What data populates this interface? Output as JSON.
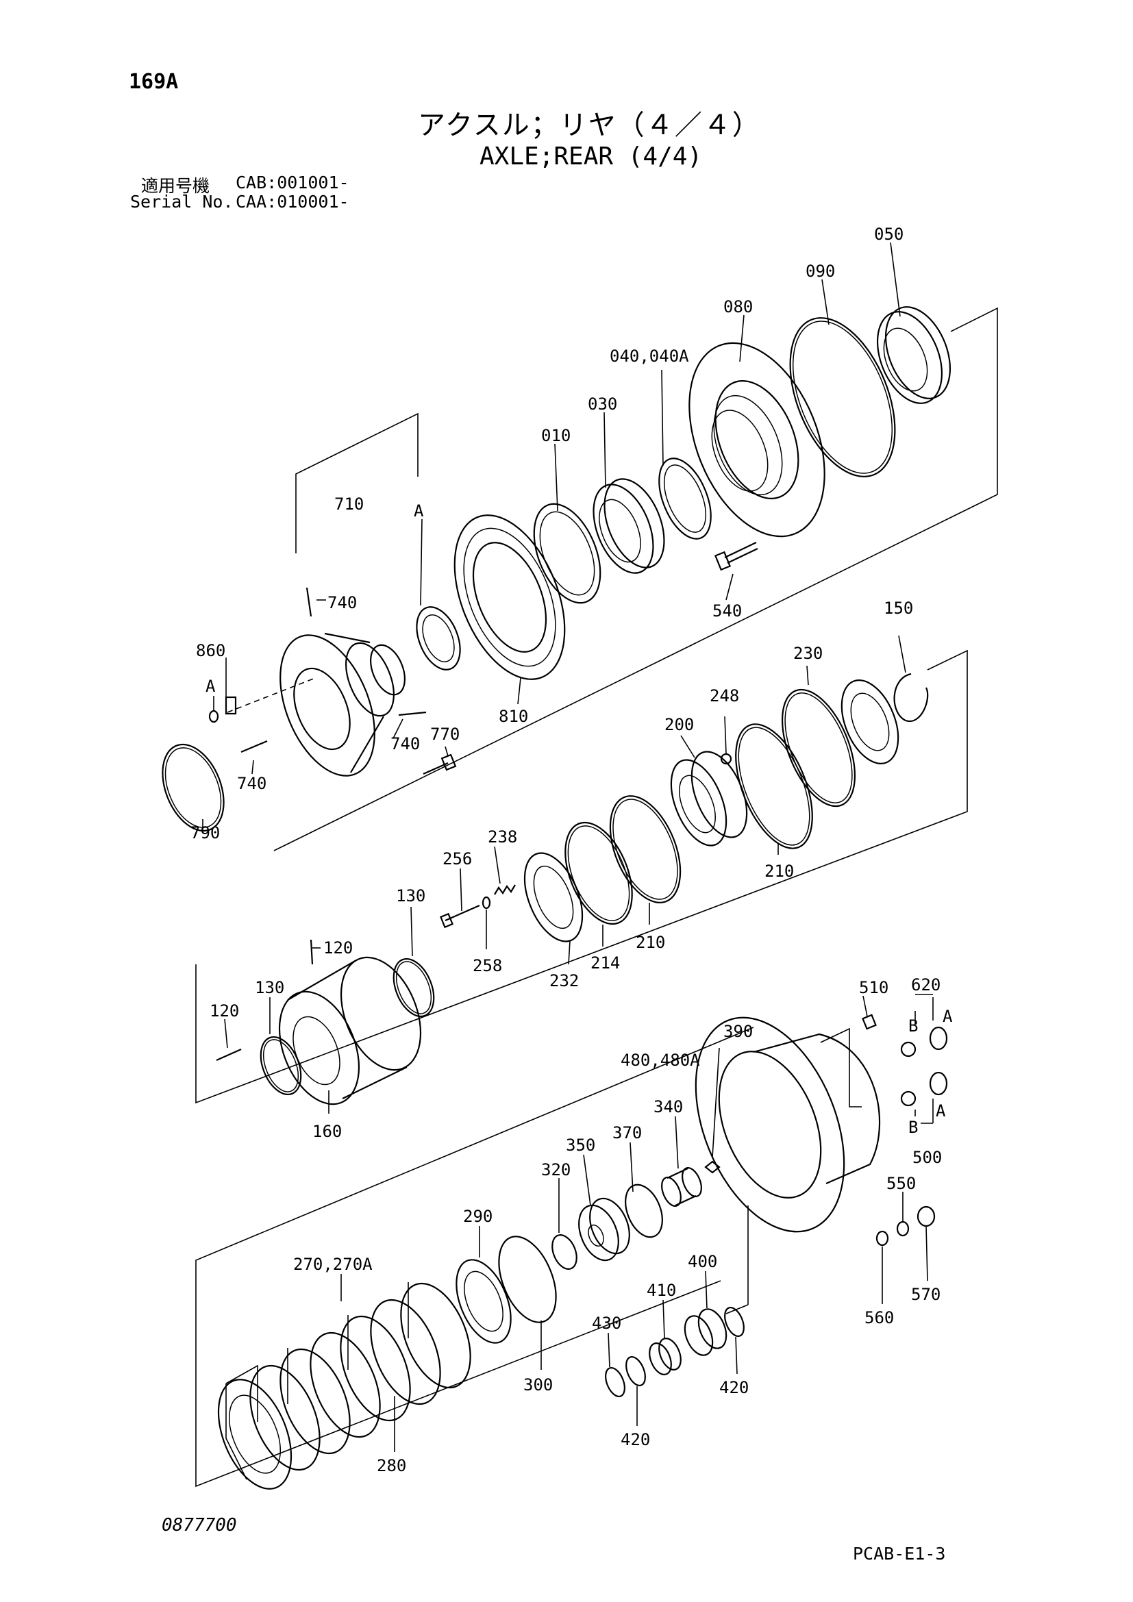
{
  "page": {
    "page_no": "169A",
    "title_jp": "アクスル；リヤ（４／４）",
    "title_en": "AXLE;REAR (4/4)",
    "serial_label_jp": "適用号機",
    "serial_value_1": "CAB:001001-",
    "serial_label_en": "Serial No.",
    "serial_value_2": "CAA:010001-",
    "figure_code": "0877700",
    "sheet_code": "PCAB-E1-3"
  },
  "parts": {
    "p050": "050",
    "p090": "090",
    "p080": "080",
    "p040": "040,040A",
    "p030": "030",
    "p010": "010",
    "p710": "710",
    "pA1": "A",
    "p740a": "740",
    "p860": "860",
    "pA2": "A",
    "p740b": "740",
    "p770": "770",
    "p740c": "740",
    "p790": "790",
    "p810": "810",
    "p540": "540",
    "p150": "150",
    "p230": "230",
    "p248": "248",
    "p200": "200",
    "p210a": "210",
    "p238": "238",
    "p256": "256",
    "p258": "258",
    "p232": "232",
    "p214": "214",
    "p210b": "210",
    "p130a": "130",
    "p120a": "120",
    "p130b": "130",
    "p120b": "120",
    "p160": "160",
    "p510": "510",
    "p620": "620",
    "pB1": "B",
    "pA3": "A",
    "p390": "390",
    "p480": "480,480A",
    "pA4": "A",
    "pB2": "B",
    "p500": "500",
    "p340": "340",
    "p370": "370",
    "p350": "350",
    "p320": "320",
    "p290": "290",
    "p550": "550",
    "p560": "560",
    "p570": "570",
    "p400": "400",
    "p410": "410",
    "p430": "430",
    "p420a": "420",
    "p420b": "420",
    "p270": "270,270A",
    "p300": "300",
    "p280": "280"
  }
}
